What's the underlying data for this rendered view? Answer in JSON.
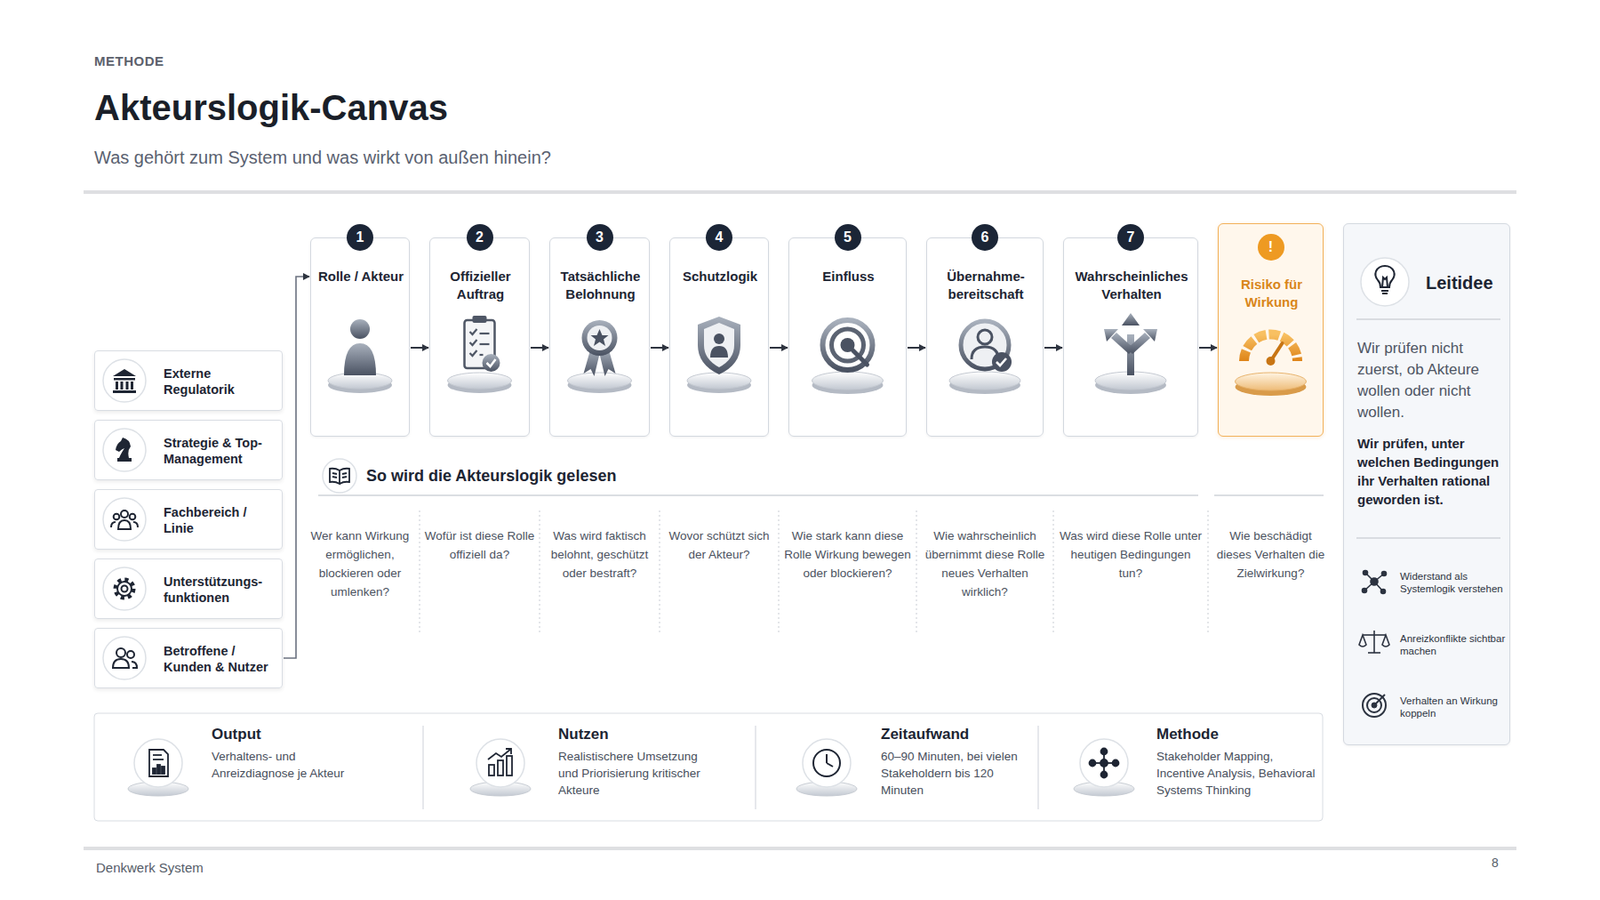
{
  "diagram": {
    "title": "Akteurslogik-Canvas",
    "caption": "Was gehört zum System und was wirkt von außen hinein?",
    "nodes": [
      {
        "text": [
          "Externe Regulatorik"
        ]
      },
      {
        "text": [
          "Strategie & Top-Management"
        ]
      },
      {
        "text": [
          "Fachbereich / Linie"
        ]
      },
      {
        "text": [
          "Unterstützungs- funktionen"
        ]
      },
      {
        "text": [
          "Betroffene / Kunden & Nutzer"
        ]
      },
      {
        "text": [
          "1",
          "Rolle / Akteur"
        ]
      },
      {
        "text": [
          "2",
          "Offizieller Auftrag"
        ]
      },
      {
        "text": [
          "3",
          "Tatsächliche Belohnung"
        ]
      },
      {
        "text": [
          "4",
          "Schutzlogik"
        ]
      },
      {
        "text": [
          "5",
          "Einfluss"
        ]
      },
      {
        "text": [
          "6",
          "Übernahme- bereitschaft"
        ]
      },
      {
        "text": [
          "7",
          "Wahrscheinliches Verhalten"
        ]
      },
      {
        "text": [
          "!",
          "Risiko für Wirkung"
        ]
      },
      {
        "text": [
          "Leitidee",
          "Wir prüfen nicht zuerst, ob Akteure wollen oder nicht wollen.",
          "Wir prüfen, unter welchen Bedingungen ihr Verhalten rational geworden ist.",
          "Widerstand als Systemlogik verstehen",
          "Anreizkonflikte sichtbar machen",
          "Verhalten an Wirkung koppeln"
        ]
      },
      {
        "text": [
          "Output",
          "Verhaltens- und Anreizdiagnose je Akteur"
        ]
      },
      {
        "text": [
          "Nutzen",
          "Realistischere Umsetzung und Priorisierung kritischer Akteure"
        ]
      },
      {
        "text": [
          "Zeitaufwand",
          "60–90 Minuten, bei vielen Stakeholdern bis 120 Minuten"
        ]
      },
      {
        "text": [
          "Methode",
          "Stakeholder Mapping, Incentive Analysis, Behavioral Systems Thinking"
        ]
      }
    ],
    "edges": [
      {
        "from": 4,
        "to": 5,
        "arrow": "to"
      },
      {
        "from": 5,
        "to": 6,
        "arrow": "to"
      },
      {
        "from": 6,
        "to": 7,
        "arrow": "to"
      },
      {
        "from": 7,
        "to": 8,
        "arrow": "to"
      },
      {
        "from": 8,
        "to": 9,
        "arrow": "to"
      },
      {
        "from": 9,
        "to": 10,
        "arrow": "to"
      },
      {
        "from": 10,
        "to": 11,
        "arrow": "to"
      },
      {
        "from": 11,
        "to": 12,
        "arrow": "to"
      }
    ],
    "labels": [
      "METHODE",
      "So wird die Akteurslogik gelesen",
      "Wer kann Wirkung ermöglichen, blockieren oder umlenken?",
      "Wofür ist diese Rolle offiziell da?",
      "Was wird faktisch belohnt, geschützt oder bestraft?",
      "Wovor schützt sich der Akteur?",
      "Wie stark kann diese Rolle Wirkung bewegen oder blockieren?",
      "Wie wahrscheinlich übernimmt diese Rolle neues Verhalten wirklich?",
      "Was wird diese Rolle unter heutigen Bedingungen tun?",
      "Wie beschädigt dieses Verhalten die Zielwirkung?",
      "Denkwerk System",
      "8"
    ]
  }
}
